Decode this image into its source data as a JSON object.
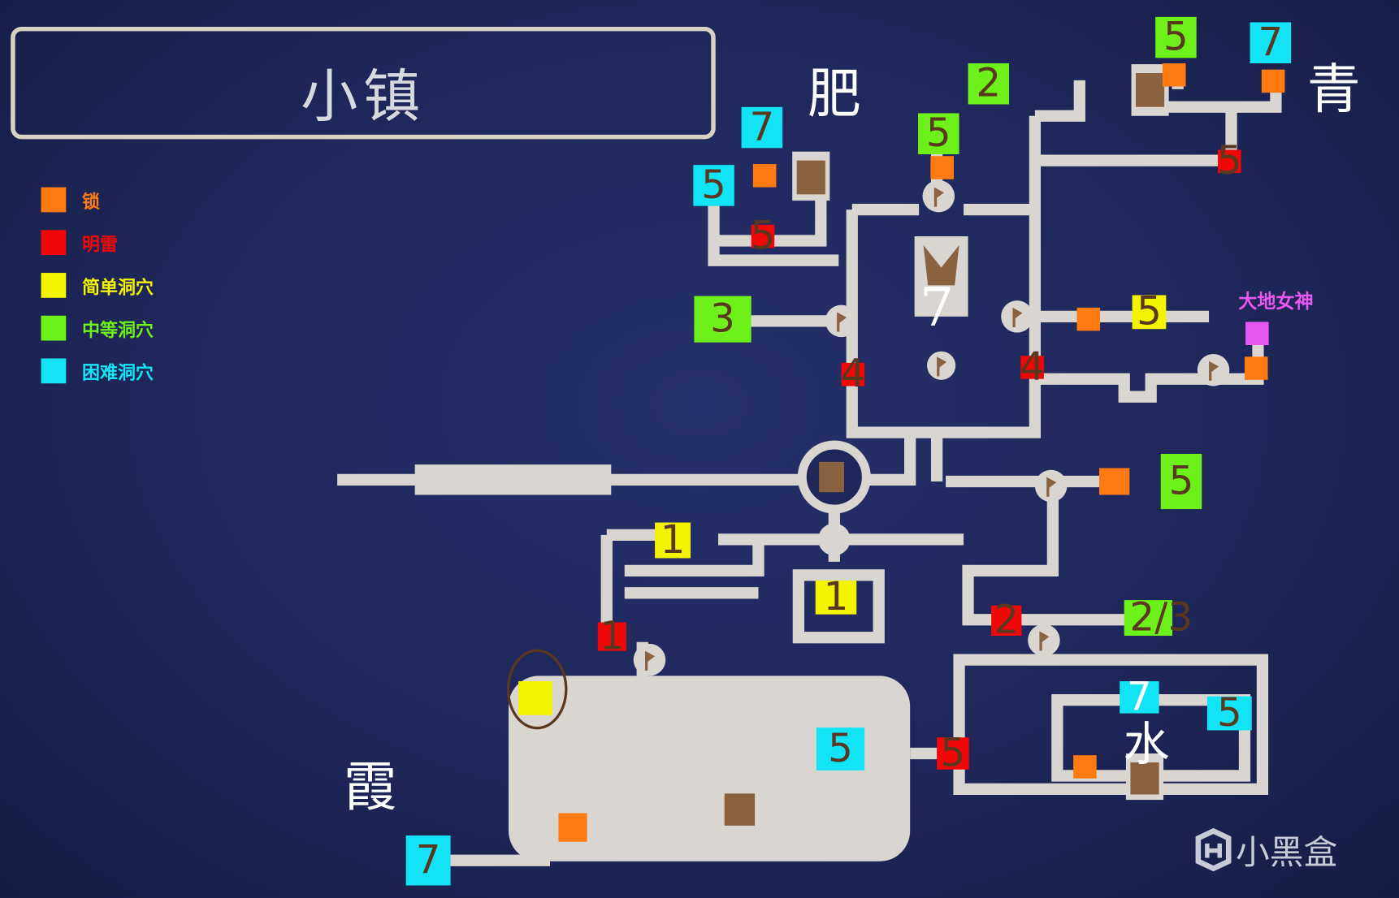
{
  "title": "小镇",
  "legend": [
    {
      "label": "锁",
      "color": "#ff7a10"
    },
    {
      "label": "明雷",
      "color": "#f00808"
    },
    {
      "label": "简单洞穴",
      "color": "#f4f400"
    },
    {
      "label": "中等洞穴",
      "color": "#6ef01a"
    },
    {
      "label": "困难洞穴",
      "color": "#12e4f6"
    }
  ],
  "goddess_label": "大地女神",
  "annotations": {
    "fei": "肥",
    "qing": "青",
    "xia": "霞",
    "shui": "水",
    "center": "7"
  },
  "markers": {
    "m1": "5",
    "m3": "7",
    "m5": "5",
    "m6": "2",
    "m7": "5",
    "m9": "7",
    "m10": "5",
    "m12": "5",
    "m13": "3",
    "m14": "4",
    "m15": "4",
    "m17": "5",
    "m21": "5",
    "m22": "1",
    "m23": "1",
    "m24": "1",
    "m25": "2",
    "m26": "2/3",
    "m28": "5",
    "m29": "5",
    "m30": "7",
    "m31": "5",
    "m34": "7"
  },
  "watermark": "小黑盒"
}
